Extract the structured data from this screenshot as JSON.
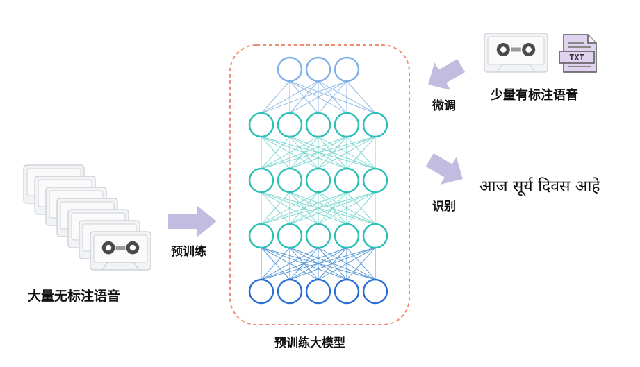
{
  "left": {
    "caption": "大量无标注语音",
    "arrow_label": "预训练"
  },
  "model": {
    "caption": "预训练大模型",
    "layers": [
      3,
      5,
      5,
      5,
      5
    ],
    "layer_colors": [
      "#7fb0e8",
      "#2cc0b8",
      "#2cc0b8",
      "#2cc0b8",
      "#2b6fd6"
    ]
  },
  "right_top": {
    "caption": "少量有标注语音",
    "arrow_label": "微调",
    "file_label": "TXT"
  },
  "right_bottom": {
    "arrow_label": "识别",
    "output_text": "आज सूर्य दिवस आहे"
  },
  "colors": {
    "arrow": "#c2bde0",
    "frame": "#ef8d73",
    "cassette_body": "#f2f3f5",
    "cassette_edge": "#c8ccd2",
    "reel": "#4a4a4a",
    "file_fill": "#e0d3ef",
    "file_edge": "#555555"
  }
}
